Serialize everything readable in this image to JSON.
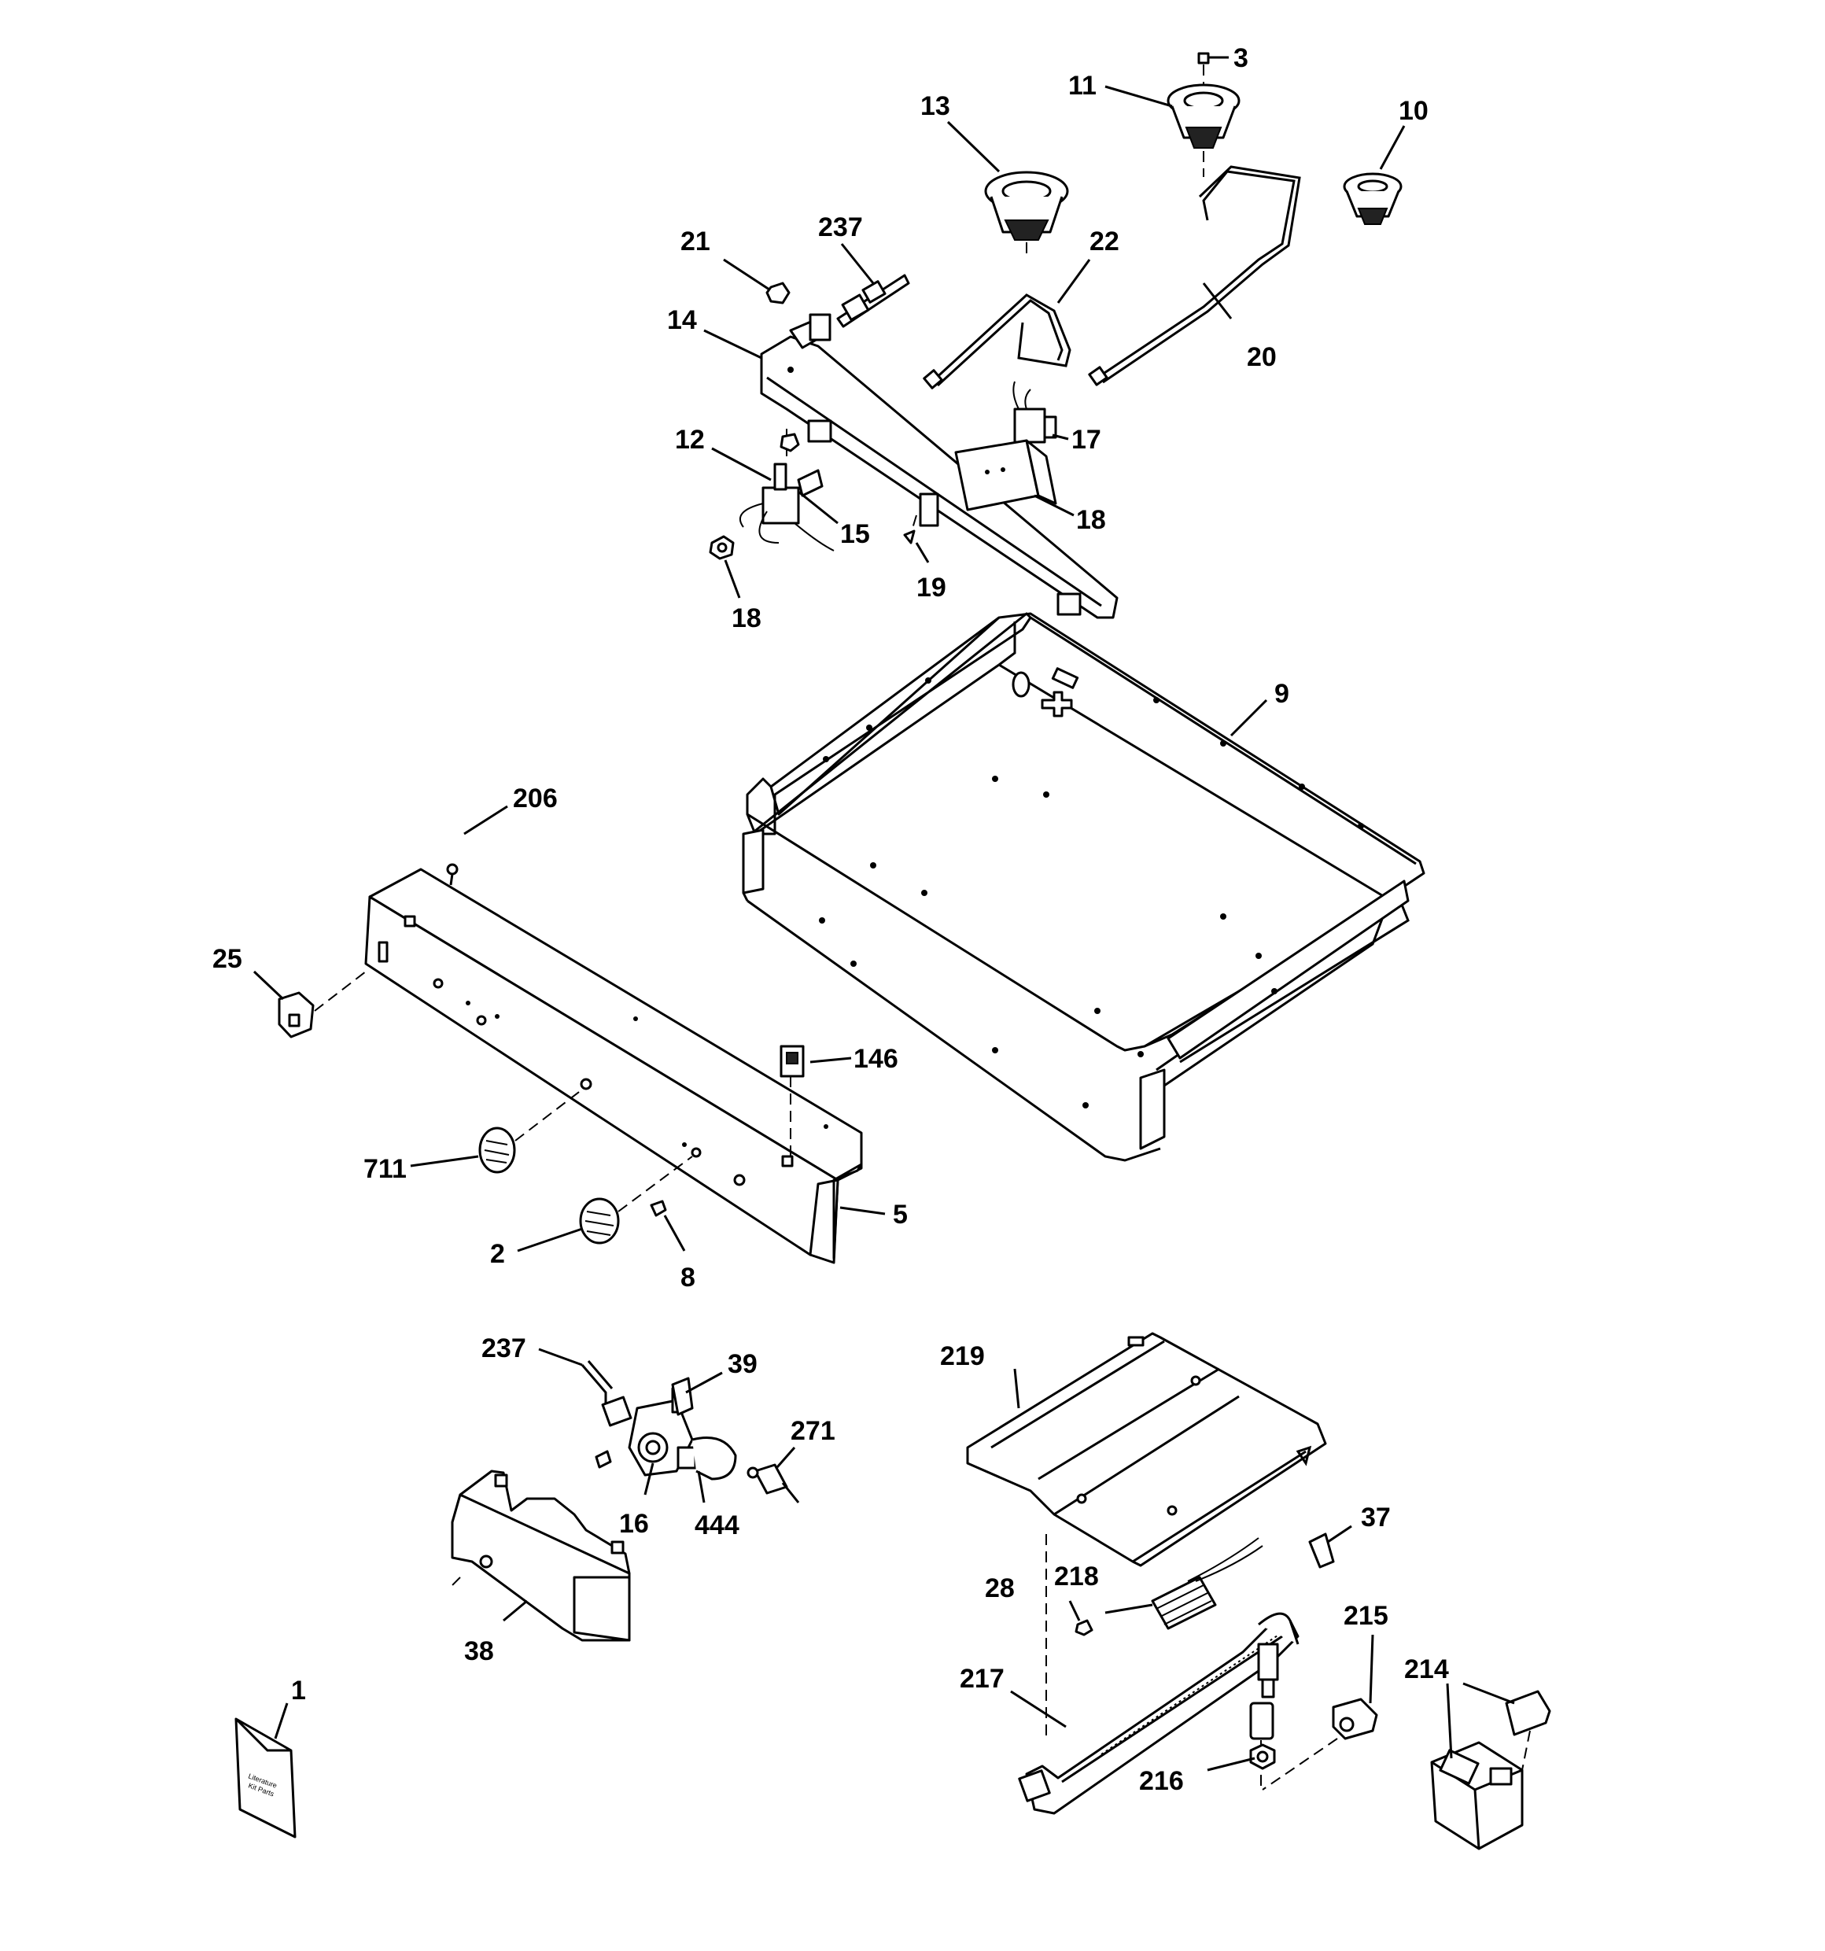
{
  "diagram": {
    "callouts": {
      "c1": "1",
      "c2": "2",
      "c3": "3",
      "c5": "5",
      "c8": "8",
      "c9": "9",
      "c10": "10",
      "c11": "11",
      "c12": "12",
      "c13": "13",
      "c14": "14",
      "c15": "15",
      "c16": "16",
      "c17": "17",
      "c18a": "18",
      "c18b": "18",
      "c19": "19",
      "c20": "20",
      "c21": "21",
      "c22": "22",
      "c25": "25",
      "c28": "28",
      "c37": "37",
      "c38": "38",
      "c39": "39",
      "c146": "146",
      "c206": "206",
      "c214": "214",
      "c215": "215",
      "c216": "216",
      "c217": "217",
      "c218": "218",
      "c219": "219",
      "c237a": "237",
      "c237b": "237",
      "c271": "271",
      "c444": "444",
      "c711": "711"
    },
    "envelope_text": [
      "Literature",
      "Kit Parts"
    ]
  }
}
